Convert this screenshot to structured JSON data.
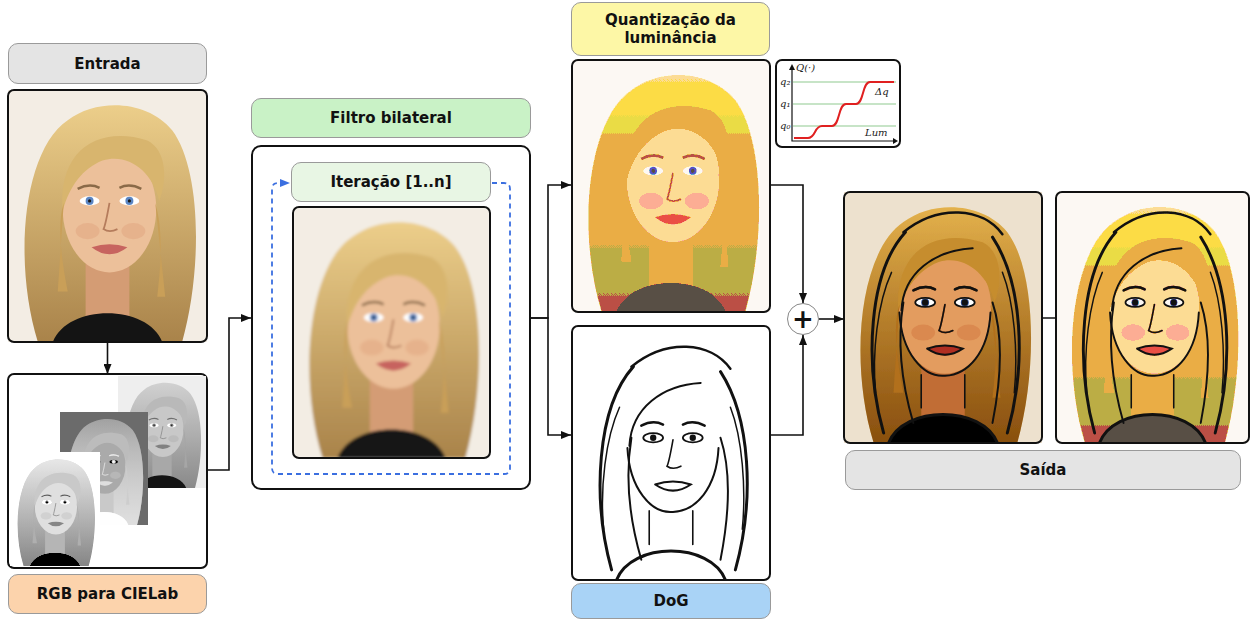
{
  "diagram": {
    "nodes": [
      {
        "text": [
          "Entrada"
        ]
      },
      {
        "text": [
          "RGB para CIELab"
        ]
      },
      {
        "text": [
          "Filtro bilateral"
        ]
      },
      {
        "text": [
          "Iteração [1..n]"
        ],
        "in": 2
      },
      {
        "text": [
          "Quantização da luminância"
        ]
      },
      {
        "text": [
          "DoG"
        ]
      },
      {
        "text": [
          "+"
        ]
      },
      {
        "text": [
          "Saída"
        ]
      }
    ],
    "edges": [
      {
        "from": 0,
        "to": 1,
        "arrow": "to"
      },
      {
        "from": 1,
        "to": 2,
        "arrow": "to"
      },
      {
        "from": 2,
        "to": 4,
        "arrow": "to"
      },
      {
        "from": 2,
        "to": 5,
        "arrow": "to"
      },
      {
        "from": 4,
        "to": 6,
        "arrow": "to"
      },
      {
        "from": 5,
        "to": 6,
        "arrow": "to"
      },
      {
        "from": 6,
        "to": 7,
        "arrow": "to"
      }
    ],
    "labels": [
      "Q(·)",
      "q₂",
      "q₁",
      "q₀",
      "Δq",
      "Lum"
    ]
  }
}
